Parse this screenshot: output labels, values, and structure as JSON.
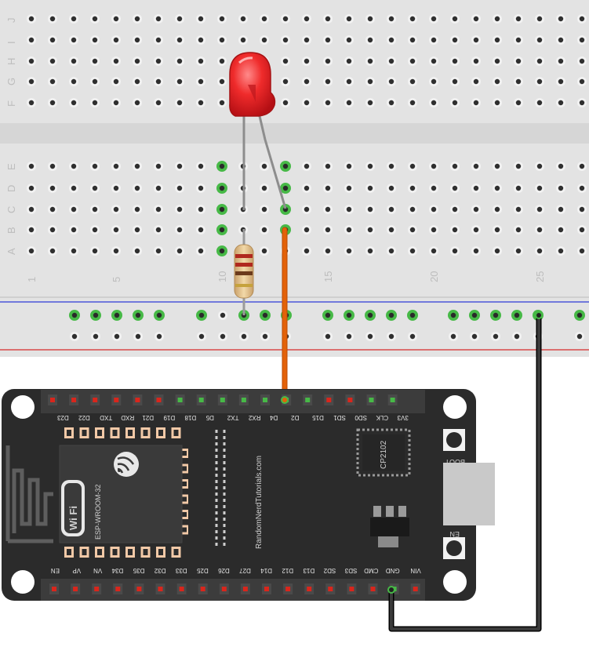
{
  "breadboard": {
    "row_labels_top": [
      "J",
      "I",
      "H",
      "G",
      "F"
    ],
    "row_labels_bottom": [
      "E",
      "D",
      "C",
      "B",
      "A"
    ],
    "column_labels": [
      "1",
      "5",
      "10",
      "15",
      "20",
      "25"
    ]
  },
  "board": {
    "top_pins": [
      "D23",
      "D22",
      "TXD",
      "RXD",
      "D21",
      "D19",
      "D18",
      "D5",
      "TX2",
      "RX2",
      "D4",
      "D2",
      "D15",
      "SD1",
      "SD0",
      "CLK",
      "3V3"
    ],
    "bottom_pins": [
      "EN",
      "VP",
      "VN",
      "D34",
      "D35",
      "D32",
      "D33",
      "D25",
      "D26",
      "D27",
      "D14",
      "D12",
      "D13",
      "SD2",
      "SD3",
      "CMD",
      "GND",
      "VIN"
    ],
    "module_name": "ESP-WROOM-32",
    "wifi_badge": "Wi Fi",
    "usb_chip": "CP2102",
    "boot_label": "BOOT",
    "en_label": "EN",
    "watermark": "RandomNerdTutorials.com"
  },
  "colors": {
    "wire_signal": "#e36209",
    "wire_ground": "#222222",
    "led": "#e8262b",
    "breadboard": "#e3e3e3",
    "board": "#2b2b2b",
    "connected_hole": "#47b947"
  },
  "icons": {
    "espressif_logo": "espressif-logo-icon",
    "wifi_logo": "wifi-logo-icon",
    "antenna": "pcb-antenna-icon"
  }
}
